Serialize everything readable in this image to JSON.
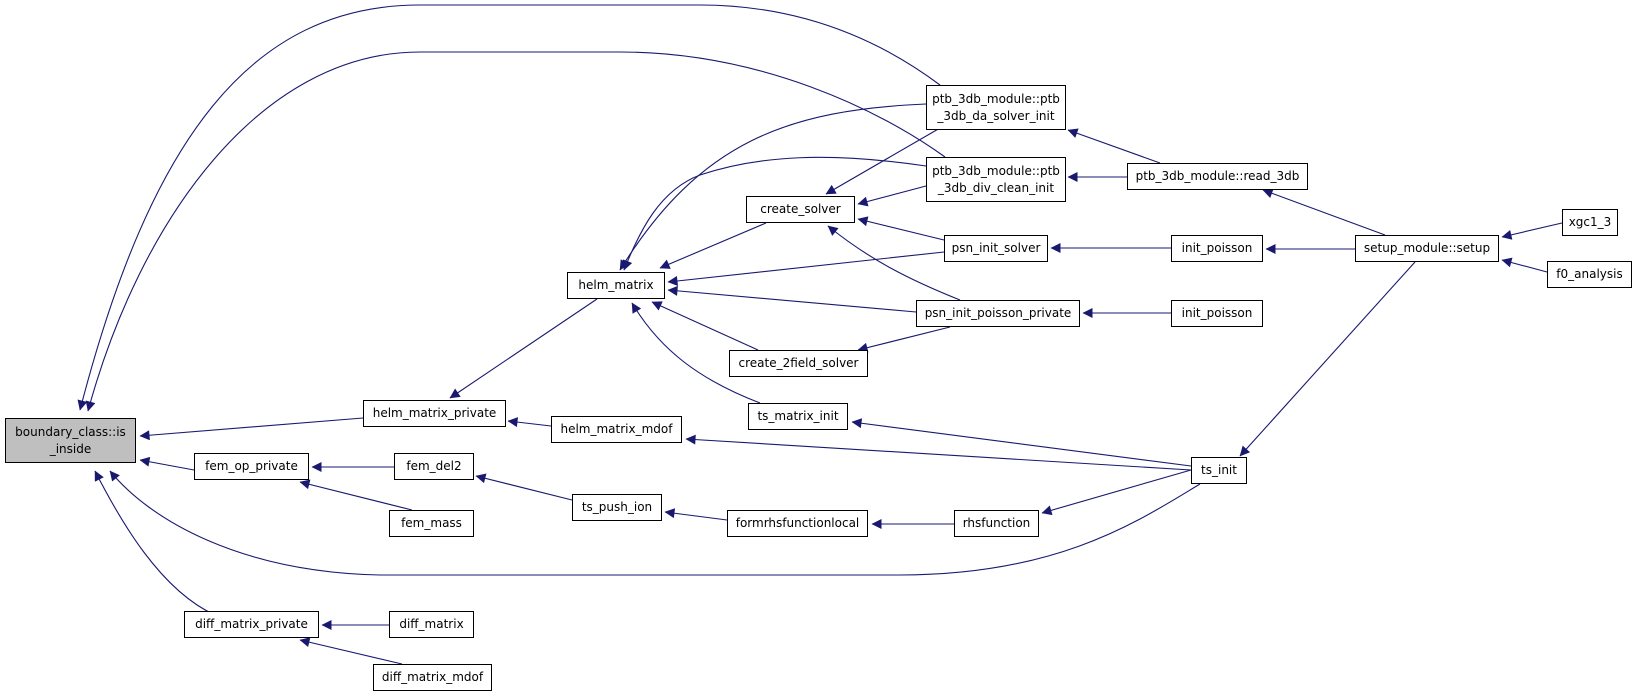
{
  "colors": {
    "edge": "#191970",
    "node_border": "#000000",
    "root_fill": "#bfbfbf",
    "node_fill": "#ffffff"
  },
  "nodes": {
    "boundary_class_is_inside": "boundary_class::is\n_inside",
    "helm_matrix_private": "helm_matrix_private",
    "fem_op_private": "fem_op_private",
    "diff_matrix_private": "diff_matrix_private",
    "helm_matrix": "helm_matrix",
    "helm_matrix_mdof": "helm_matrix_mdof",
    "fem_del2": "fem_del2",
    "fem_mass": "fem_mass",
    "diff_matrix": "diff_matrix",
    "diff_matrix_mdof": "diff_matrix_mdof",
    "create_solver": "create_solver",
    "create_2field_solver": "create_2field_solver",
    "ts_matrix_init": "ts_matrix_init",
    "ts_push_ion": "ts_push_ion",
    "ptb_3db_da_solver_init": "ptb_3db_module::ptb\n_3db_da_solver_init",
    "ptb_3db_div_clean_init": "ptb_3db_module::ptb\n_3db_div_clean_init",
    "psn_init_solver": "psn_init_solver",
    "psn_init_poisson_private": "psn_init_poisson_private",
    "formrhsfunctionlocal": "formrhsfunctionlocal",
    "ptb_3db_read_3db": "ptb_3db_module::read_3db",
    "init_poisson_1": "init_poisson",
    "init_poisson_2": "init_poisson",
    "rhsfunction": "rhsfunction",
    "ts_init": "ts_init",
    "setup_module_setup": "setup_module::setup",
    "xgc1_3": "xgc1_3",
    "f0_analysis": "f0_analysis"
  }
}
